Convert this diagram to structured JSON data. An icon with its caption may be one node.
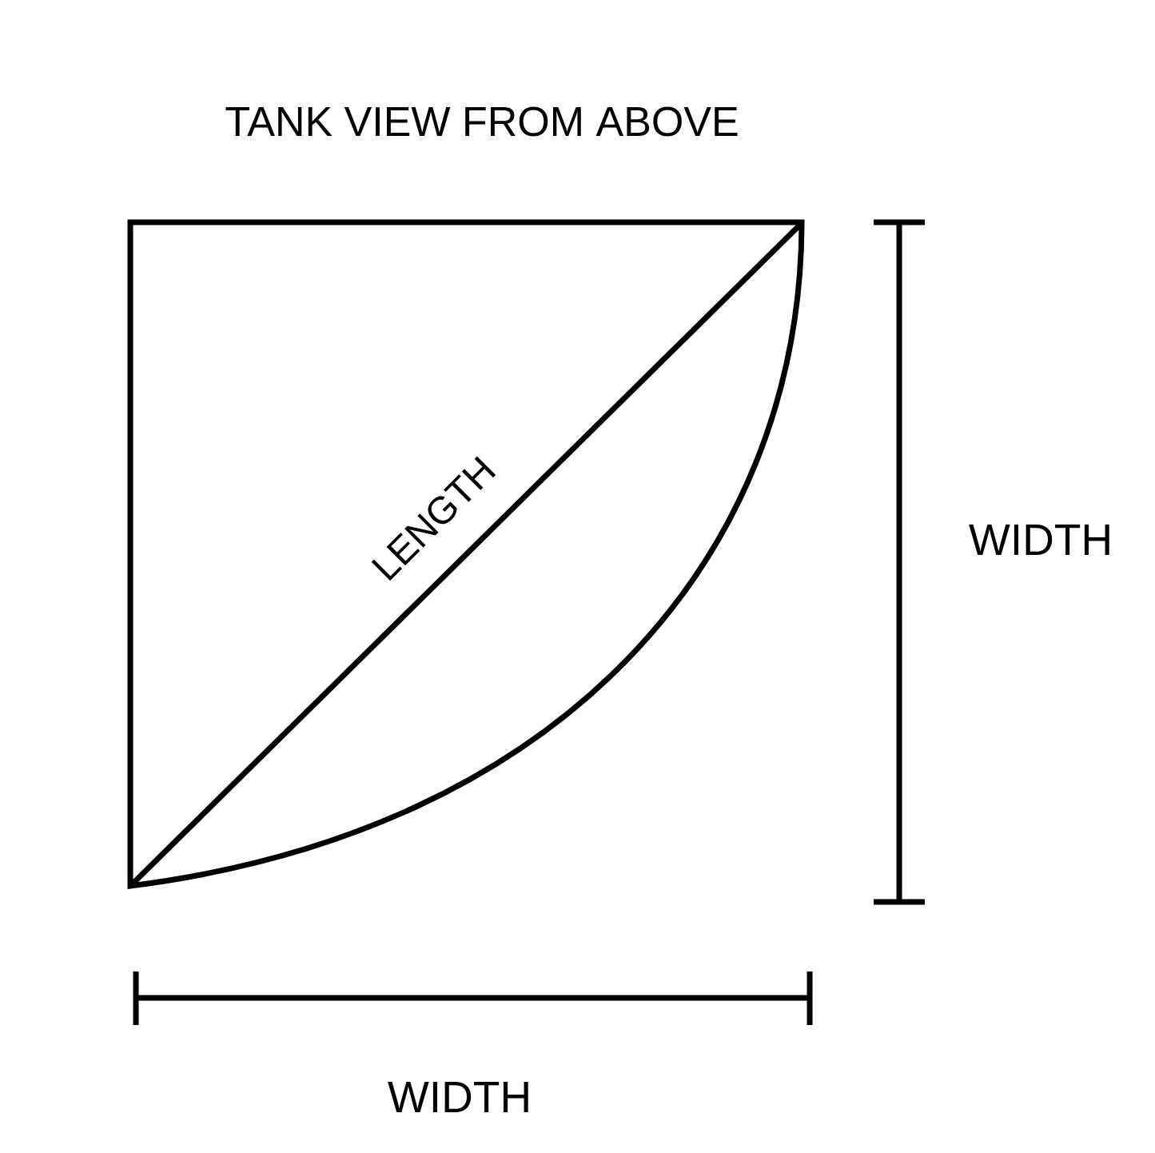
{
  "diagram": {
    "title": "TANK VIEW FROM ABOVE",
    "labels": [
      "LENGTH",
      "WIDTH",
      "WIDTH"
    ]
  }
}
